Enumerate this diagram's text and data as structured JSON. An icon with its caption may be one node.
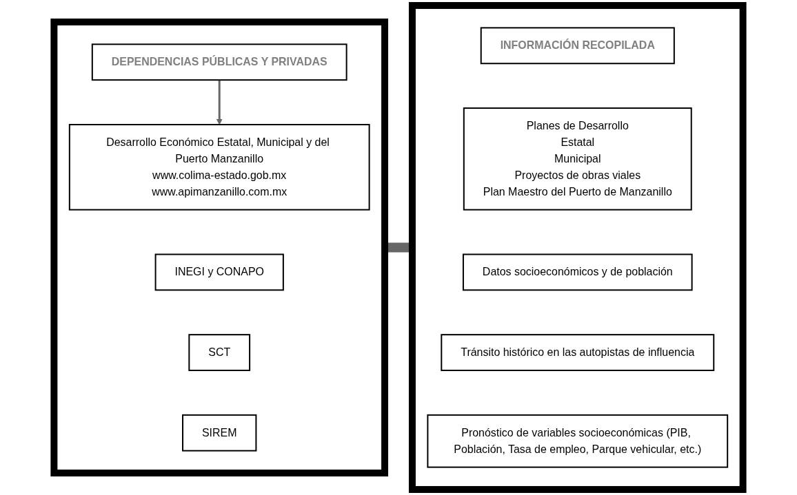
{
  "diagram": {
    "nodes": [
      {
        "text": [],
        "shape": "box"
      },
      {
        "text": [
          "DEPENDENCIAS PÚBLICAS Y PRIVADAS"
        ],
        "in": 0
      },
      {
        "text": [
          "Desarrollo Económico Estatal, Municipal y del Puerto Manzanillo",
          "www.colima-estado.gob.mx",
          "www.apimanzanillo.com.mx"
        ],
        "in": 0
      },
      {
        "text": [
          "INEGI y CONAPO"
        ],
        "in": 0
      },
      {
        "text": [
          "SCT"
        ],
        "in": 0
      },
      {
        "text": [
          "SIREM"
        ],
        "in": 0
      },
      {
        "text": [],
        "shape": "box"
      },
      {
        "text": [
          "INFORMACIÓN RECOPILADA"
        ],
        "in": 6
      },
      {
        "text": [
          "Planes de Desarrollo",
          "Estatal",
          "Municipal",
          "Proyectos de obras viales",
          "Plan Maestro del Puerto de Manzanillo"
        ],
        "in": 6
      },
      {
        "text": [
          "Datos socioeconómicos y de población"
        ],
        "in": 6
      },
      {
        "text": [
          "Tránsito histórico en las autopistas de influencia"
        ],
        "in": 6
      },
      {
        "text": [
          "Pronóstico de variables socioeconómicas (PIB, Población, Tasa de empleo, Parque vehicular, etc.)"
        ],
        "in": 6
      }
    ],
    "edges": [
      {
        "from": 1,
        "to": 2,
        "arrow": "to"
      },
      {
        "from": 0,
        "to": 6,
        "arrow": "to",
        "style": "thick"
      }
    ]
  }
}
